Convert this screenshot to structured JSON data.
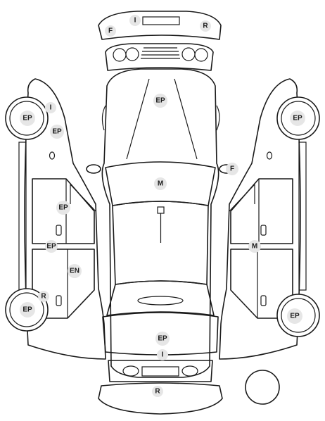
{
  "colors": {
    "line": "#1a1a1a",
    "badge_fill": "#e6e6e6",
    "background": "#ffffff"
  },
  "markers": {
    "front_bumper_intact": "I",
    "front_bumper_left": "F",
    "front_bumper_right": "R",
    "hood": "EP",
    "left_front_wheel": "EP",
    "left_front_fender_intact": "I",
    "left_front_fender": "EP",
    "left_front_door": "EP",
    "left_sill": "EP",
    "left_rear_door": "EN",
    "left_rear_quarter": "R",
    "left_rear_wheel": "EP",
    "right_front_wheel": "EP",
    "right_rear_wheel": "EP",
    "right_sill": "M",
    "right_mirror": "F",
    "roof": "M",
    "trunk": "EP",
    "rear_panel": "I",
    "rear_bumper": "R"
  }
}
